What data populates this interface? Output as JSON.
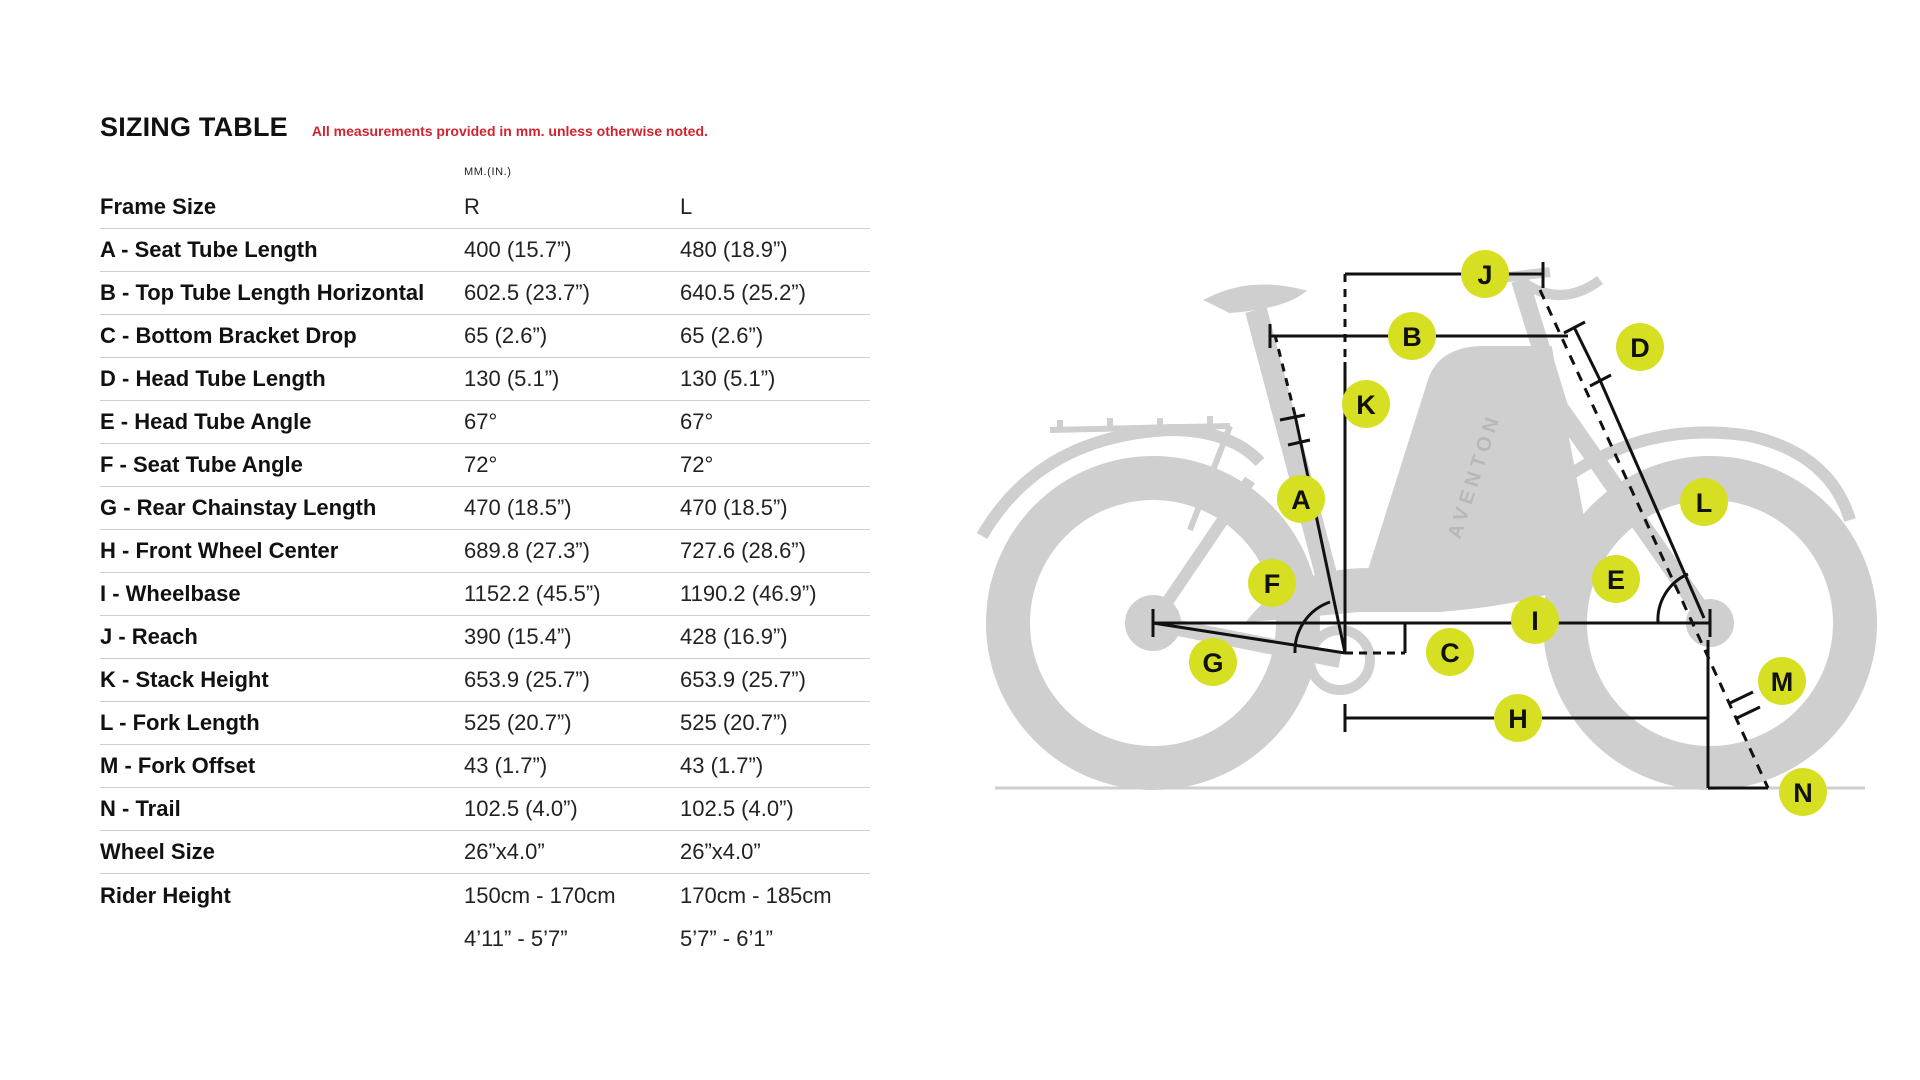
{
  "header": {
    "title": "SIZING TABLE",
    "note": "All measurements provided in mm. unless otherwise noted.",
    "unit_label": "MM.(IN.)"
  },
  "table": {
    "header": [
      "Frame Size",
      "R",
      "L"
    ],
    "rows": [
      [
        "A - Seat Tube Length",
        "400 (15.7”)",
        "480 (18.9”)"
      ],
      [
        "B - Top Tube Length Horizontal",
        "602.5 (23.7”)",
        "640.5 (25.2”)"
      ],
      [
        "C - Bottom Bracket Drop",
        "65 (2.6”)",
        "65 (2.6”)"
      ],
      [
        "D - Head Tube Length",
        "130 (5.1”)",
        "130 (5.1”)"
      ],
      [
        "E - Head Tube Angle",
        "67°",
        "67°"
      ],
      [
        "F - Seat Tube Angle",
        "72°",
        "72°"
      ],
      [
        "G - Rear Chainstay Length",
        "470 (18.5”)",
        "470 (18.5”)"
      ],
      [
        "H - Front Wheel Center",
        "689.8 (27.3”)",
        "727.6 (28.6”)"
      ],
      [
        "I - Wheelbase",
        "1152.2 (45.5”)",
        "1190.2 (46.9”)"
      ],
      [
        "J - Reach",
        "390 (15.4”)",
        "428 (16.9”)"
      ],
      [
        "K - Stack Height",
        "653.9 (25.7”)",
        "653.9 (25.7”)"
      ],
      [
        "L - Fork Length",
        "525 (20.7”)",
        "525 (20.7”)"
      ],
      [
        "M - Fork Offset",
        "43 (1.7”)",
        "43 (1.7”)"
      ],
      [
        "N - Trail",
        "102.5 (4.0”)",
        "102.5 (4.0”)"
      ],
      [
        "Wheel Size",
        "26”x4.0”",
        "26”x4.0”"
      ],
      [
        "Rider Height",
        "150cm - 170cm",
        "170cm - 185cm"
      ],
      [
        "",
        "4’11” - 5’7”",
        "5’7” - 6’1”"
      ]
    ]
  },
  "diagram": {
    "brand": "AVENTON",
    "badge_color": "#d7df23",
    "bike_color": "#cfcfcf",
    "line_color": "#111111",
    "labels": [
      "A",
      "B",
      "C",
      "D",
      "E",
      "F",
      "G",
      "H",
      "I",
      "J",
      "K",
      "L",
      "M",
      "N"
    ]
  }
}
